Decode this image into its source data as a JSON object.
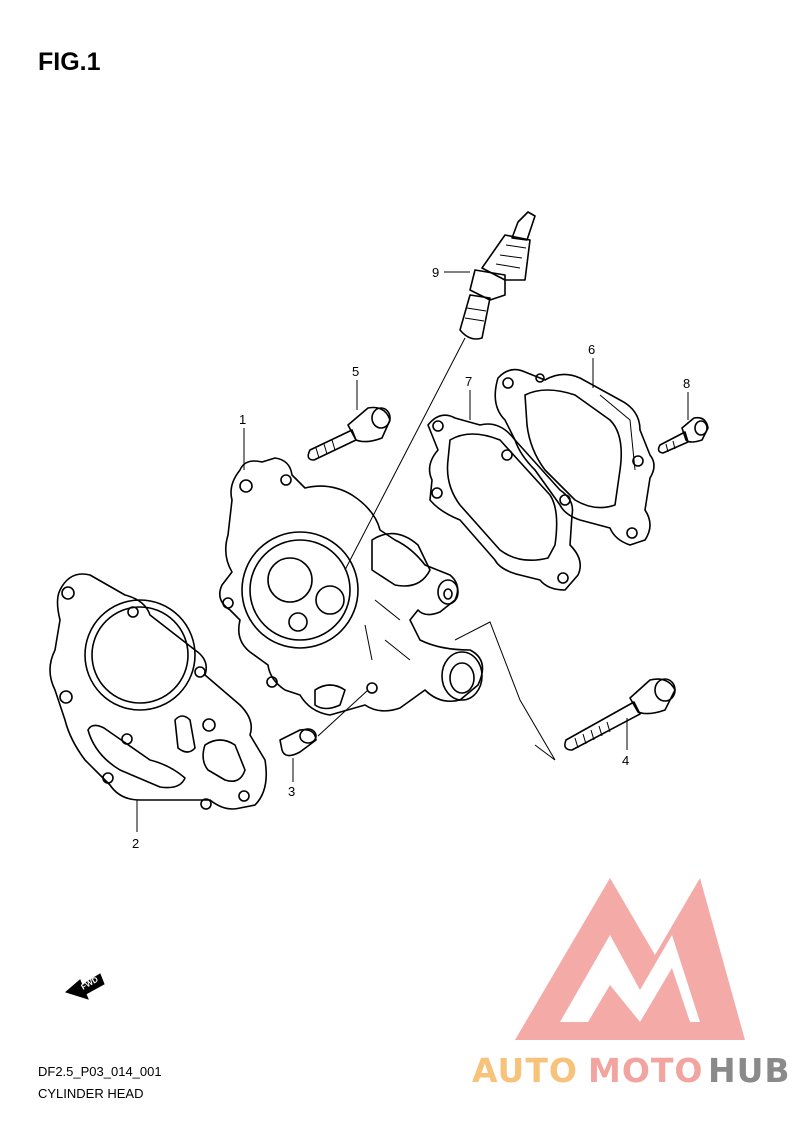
{
  "figure": {
    "title": "FIG.1",
    "code": "DF2.5_P03_014_001",
    "name": "CYLINDER HEAD"
  },
  "callouts": [
    {
      "id": "1",
      "part": "cylinder-head"
    },
    {
      "id": "2",
      "part": "head-gasket"
    },
    {
      "id": "3",
      "part": "dowel-pin"
    },
    {
      "id": "4",
      "part": "long-bolt"
    },
    {
      "id": "5",
      "part": "short-bolt"
    },
    {
      "id": "6",
      "part": "cylinder-head-cover"
    },
    {
      "id": "7",
      "part": "cover-gasket"
    },
    {
      "id": "8",
      "part": "cover-bolt"
    },
    {
      "id": "9",
      "part": "spark-plug"
    }
  ],
  "fwd_arrow": {
    "label": "FWD"
  },
  "watermark": {
    "text_part1": "AUTO",
    "text_part2": "MOTO",
    "text_part3": "HUB",
    "colors": {
      "logo": "#f4a7a4",
      "orange": "#f7c27a",
      "pink": "#f2a5a0",
      "gray": "#8a8a8a"
    }
  }
}
